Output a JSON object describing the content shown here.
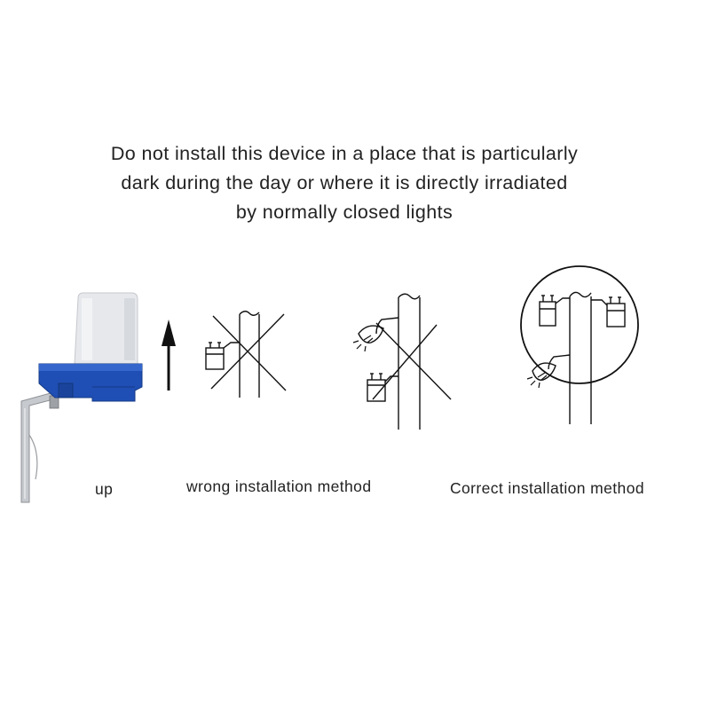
{
  "notice": {
    "lines": [
      "Do not install this device in a place that is particularly",
      "dark during the day or where it is directly irradiated",
      "by normally closed lights"
    ]
  },
  "captions": {
    "up": "up",
    "wrong": "wrong installation method",
    "correct": "Correct installation method"
  },
  "colors": {
    "sensor_base": "#1f4fb4",
    "sensor_cap": "#e4e6ea",
    "bracket": "#b9bcc0",
    "line": "#222222"
  }
}
